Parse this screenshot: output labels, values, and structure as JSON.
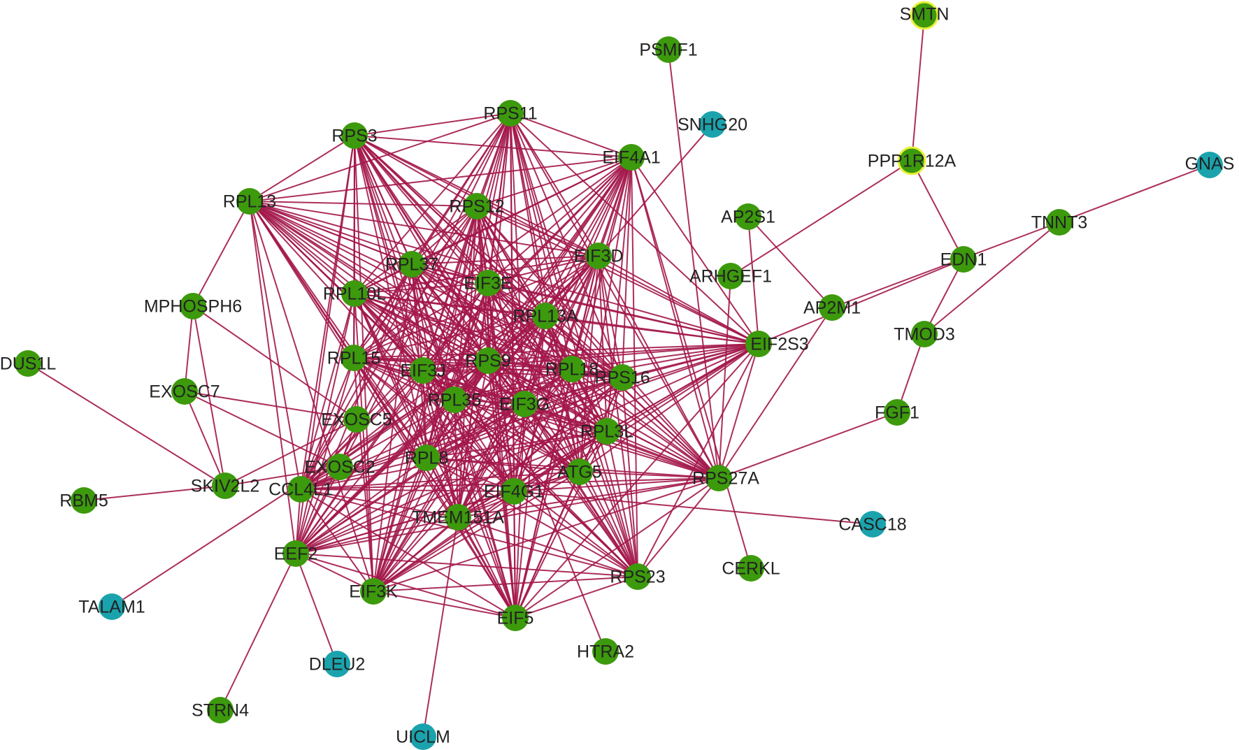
{
  "colors": {
    "edge": "#a3174a",
    "protein": "#3c9a0c",
    "lncrna": "#1aa3ad",
    "highlight_stroke": "#e9f03a",
    "label": "#222222"
  },
  "nodes": [
    {
      "id": "SMTN",
      "type": "protein",
      "highlight": true
    },
    {
      "id": "PSMF1",
      "type": "protein"
    },
    {
      "id": "SNHG20",
      "type": "lncrna"
    },
    {
      "id": "PPP1R12A",
      "type": "protein",
      "highlight": true
    },
    {
      "id": "GNAS",
      "type": "lncrna"
    },
    {
      "id": "RPS11",
      "type": "protein"
    },
    {
      "id": "RPS3",
      "type": "protein"
    },
    {
      "id": "EIF4A1",
      "type": "protein"
    },
    {
      "id": "RPL13",
      "type": "protein"
    },
    {
      "id": "RPS12",
      "type": "protein"
    },
    {
      "id": "AP2S1",
      "type": "protein"
    },
    {
      "id": "TNNT3",
      "type": "protein"
    },
    {
      "id": "EIF3D",
      "type": "protein"
    },
    {
      "id": "EDN1",
      "type": "protein"
    },
    {
      "id": "RPL37",
      "type": "protein"
    },
    {
      "id": "ARHGEF1",
      "type": "protein"
    },
    {
      "id": "EIF3E",
      "type": "protein"
    },
    {
      "id": "RPL10L",
      "type": "protein"
    },
    {
      "id": "MPHOSPH6",
      "type": "protein"
    },
    {
      "id": "AP2M1",
      "type": "protein"
    },
    {
      "id": "RPL13A",
      "type": "protein"
    },
    {
      "id": "TMOD3",
      "type": "protein"
    },
    {
      "id": "EIF2S3",
      "type": "protein"
    },
    {
      "id": "RPL15",
      "type": "protein"
    },
    {
      "id": "RPS9",
      "type": "protein"
    },
    {
      "id": "DUS1L",
      "type": "protein"
    },
    {
      "id": "EIF3J",
      "type": "protein"
    },
    {
      "id": "RPL18",
      "type": "protein"
    },
    {
      "id": "RPS16",
      "type": "protein"
    },
    {
      "id": "EXOSC7",
      "type": "protein"
    },
    {
      "id": "RPL35",
      "type": "protein"
    },
    {
      "id": "EIF3G",
      "type": "protein"
    },
    {
      "id": "FGF1",
      "type": "protein"
    },
    {
      "id": "EXOSC5",
      "type": "protein"
    },
    {
      "id": "RPL3L",
      "type": "protein"
    },
    {
      "id": "RPL8",
      "type": "protein"
    },
    {
      "id": "EXOSC2",
      "type": "protein"
    },
    {
      "id": "ATG5",
      "type": "protein"
    },
    {
      "id": "RPS27A",
      "type": "protein"
    },
    {
      "id": "SKIV2L2",
      "type": "protein"
    },
    {
      "id": "CCL4L1",
      "type": "protein"
    },
    {
      "id": "EIF4G1",
      "type": "protein"
    },
    {
      "id": "RBM5",
      "type": "protein"
    },
    {
      "id": "TMEM151A",
      "type": "protein"
    },
    {
      "id": "CASC18",
      "type": "lncrna"
    },
    {
      "id": "EEF2",
      "type": "protein"
    },
    {
      "id": "CERKL",
      "type": "protein"
    },
    {
      "id": "RPS23",
      "type": "protein"
    },
    {
      "id": "EIF3K",
      "type": "protein"
    },
    {
      "id": "TALAM1",
      "type": "lncrna"
    },
    {
      "id": "EIF5",
      "type": "protein"
    },
    {
      "id": "HTRA2",
      "type": "protein"
    },
    {
      "id": "DLEU2",
      "type": "lncrna"
    },
    {
      "id": "STRN4",
      "type": "protein"
    },
    {
      "id": "UICLM",
      "type": "lncrna"
    }
  ],
  "edges": [
    [
      "SMTN",
      "PPP1R12A"
    ],
    [
      "PPP1R12A",
      "ARHGEF1"
    ],
    [
      "PPP1R12A",
      "EDN1"
    ],
    [
      "GNAS",
      "TNNT3"
    ],
    [
      "TNNT3",
      "TMOD3"
    ],
    [
      "TNNT3",
      "AP2M1"
    ],
    [
      "EDN1",
      "TMOD3"
    ],
    [
      "EDN1",
      "EIF2S3"
    ],
    [
      "TMOD3",
      "FGF1"
    ],
    [
      "FGF1",
      "RPS27A"
    ],
    [
      "AP2S1",
      "AP2M1"
    ],
    [
      "AP2S1",
      "EIF2S3"
    ],
    [
      "AP2M1",
      "RPS27A"
    ],
    [
      "PSMF1",
      "RPS27A"
    ],
    [
      "SNHG20",
      "EIF3D"
    ],
    [
      "ARHGEF1",
      "RPS27A"
    ],
    [
      "CASC18",
      "EIF4G1"
    ],
    [
      "CERKL",
      "EIF4A1"
    ],
    [
      "HTRA2",
      "RPS9"
    ],
    [
      "DUS1L",
      "SKIV2L2"
    ],
    [
      "RBM5",
      "SKIV2L2"
    ],
    [
      "TALAM1",
      "RPS9"
    ],
    [
      "DLEU2",
      "EEF2"
    ],
    [
      "STRN4",
      "EEF2"
    ],
    [
      "UICLM",
      "TMEM151A"
    ],
    [
      "EIF4G1",
      "RPS27A"
    ],
    [
      "EIF4G1",
      "RPS23"
    ],
    [
      "RPS27A",
      "RPS23"
    ],
    [
      "RPS27A",
      "EIF3K"
    ],
    [
      "RPS23",
      "EIF3K"
    ],
    [
      "EIF3K",
      "EIF5"
    ],
    [
      "EEF2",
      "EIF5"
    ],
    [
      "EEF2",
      "RPS23"
    ],
    [
      "EEF2",
      "EIF3K"
    ],
    [
      "EEF2",
      "EIF4A1"
    ],
    [
      "RPS3",
      "RPS11"
    ],
    [
      "RPS3",
      "EIF4A1"
    ],
    [
      "RPS11",
      "EIF4A1"
    ],
    [
      "RPS11",
      "EIF2S3"
    ],
    [
      "RPL13",
      "RPS3"
    ],
    [
      "RPL13",
      "RPS11"
    ],
    [
      "RPL13",
      "EIF4A1"
    ],
    [
      "MPHOSPH6",
      "RPL13"
    ],
    [
      "MPHOSPH6",
      "EXOSC7"
    ],
    [
      "MPHOSPH6",
      "SKIV2L2"
    ],
    [
      "MPHOSPH6",
      "EXOSC5"
    ],
    [
      "EXOSC7",
      "SKIV2L2"
    ],
    [
      "EXOSC7",
      "EXOSC5"
    ],
    [
      "EXOSC7",
      "EXOSC2"
    ],
    [
      "EXOSC5",
      "EXOSC2"
    ],
    [
      "EXOSC5",
      "SKIV2L2"
    ],
    [
      "EXOSC2",
      "SKIV2L2"
    ]
  ],
  "core": [
    "RPS11",
    "RPS3",
    "EIF4A1",
    "RPL13",
    "RPS12",
    "EIF3D",
    "RPL37",
    "EIF3E",
    "RPL10L",
    "RPL13A",
    "EIF2S3",
    "RPL15",
    "RPS9",
    "EIF3J",
    "RPL18",
    "RPS16",
    "RPL35",
    "EIF3G",
    "RPL3L",
    "RPL8",
    "ATG5",
    "RPS27A",
    "CCL4L1",
    "EIF4G1",
    "TMEM151A",
    "EEF2",
    "RPS23",
    "EIF3K",
    "EIF5"
  ]
}
